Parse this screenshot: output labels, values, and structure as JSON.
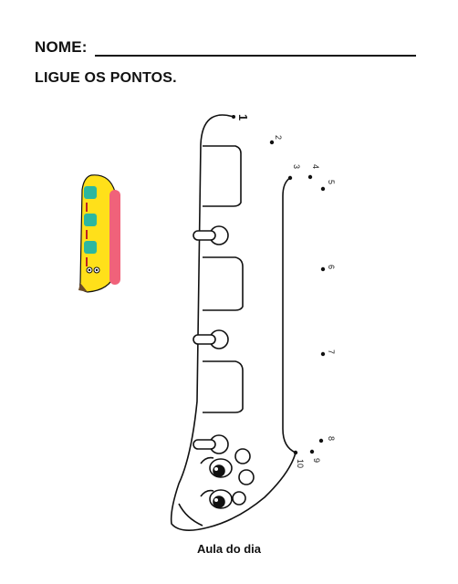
{
  "header": {
    "name_label": "NOME:",
    "instruction": "LIGUE OS PONTOS."
  },
  "worksheet": {
    "dots": [
      {
        "num": "1"
      },
      {
        "num": "2"
      },
      {
        "num": "3"
      },
      {
        "num": "4"
      },
      {
        "num": "5"
      },
      {
        "num": "6"
      },
      {
        "num": "7"
      },
      {
        "num": "8"
      },
      {
        "num": "9"
      },
      {
        "num": "10"
      }
    ],
    "colors": {
      "banana_yellow": "#ffe01a",
      "boat_teal": "#2cb7a0",
      "boat_pink": "#f0627a",
      "outline": "#111111"
    }
  },
  "footer": {
    "text": "Aula do dia"
  }
}
